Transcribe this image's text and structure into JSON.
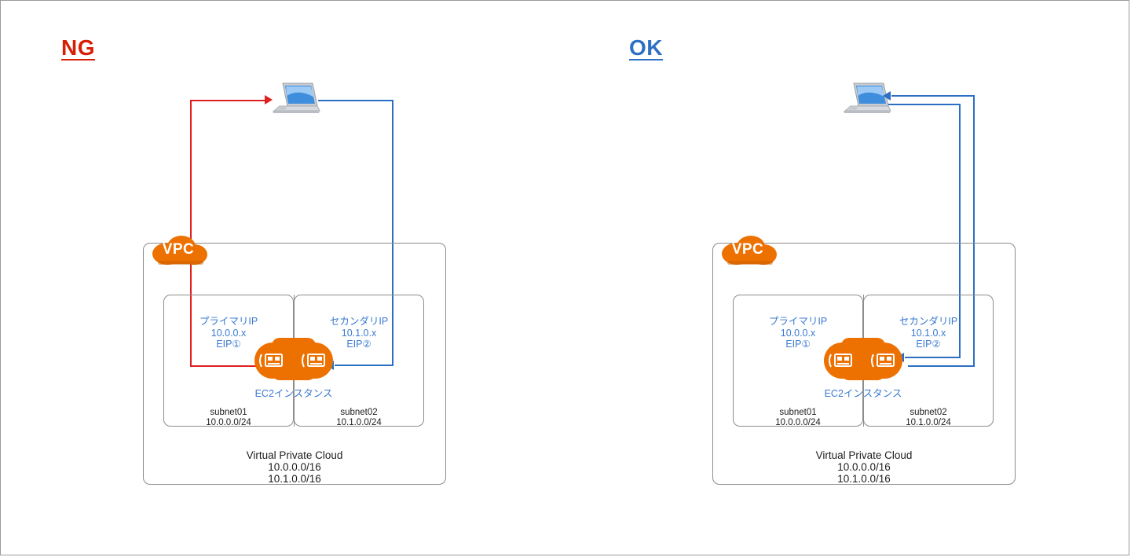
{
  "diagram": {
    "title_ng": "NG",
    "title_ok": "OK",
    "colors": {
      "ng_red": "#d81e05",
      "ok_blue": "#2f6fc4",
      "aws_orange": "#ED7100",
      "label_blue": "#3a7ad0",
      "line_red": "#e02020",
      "line_blue": "#2b6fc4",
      "box_gray": "#8c8c8c"
    },
    "panels": [
      {
        "id": "ng",
        "verdict": "NG",
        "vpc_badge": "VPC",
        "vpc_caption_line1": "Virtual Private Cloud",
        "vpc_caption_line2": "10.0.0.0/16",
        "vpc_caption_line3": "10.1.0.0/16",
        "ec2_label": "EC2インスタンス",
        "subnets": [
          {
            "name": "subnet01",
            "cidr": "10.0.0.0/24",
            "ip_title": "プライマリIP",
            "ip_value": "10.0.0.x",
            "eip": "EIP①"
          },
          {
            "name": "subnet02",
            "cidr": "10.1.0.0/24",
            "ip_title": "セカンダリIP",
            "ip_value": "10.1.0.x",
            "eip": "EIP②"
          }
        ],
        "flows": [
          {
            "name": "outbound-from-primary-eni",
            "color": "#e02020",
            "direction": "eni1-to-laptop"
          },
          {
            "name": "inbound-to-secondary-eni",
            "color": "#2b6fc4",
            "direction": "laptop-to-eni2"
          }
        ]
      },
      {
        "id": "ok",
        "verdict": "OK",
        "vpc_badge": "VPC",
        "vpc_caption_line1": "Virtual Private Cloud",
        "vpc_caption_line2": "10.0.0.0/16",
        "vpc_caption_line3": "10.1.0.0/16",
        "ec2_label": "EC2インスタンス",
        "subnets": [
          {
            "name": "subnet01",
            "cidr": "10.0.0.0/24",
            "ip_title": "プライマリIP",
            "ip_value": "10.0.0.x",
            "eip": "EIP①"
          },
          {
            "name": "subnet02",
            "cidr": "10.1.0.0/24",
            "ip_title": "セカンダリIP",
            "ip_value": "10.1.0.x",
            "eip": "EIP②"
          }
        ],
        "flows": [
          {
            "name": "outbound-from-secondary-eni",
            "color": "#2b6fc4",
            "direction": "eni2-to-laptop"
          },
          {
            "name": "inbound-to-secondary-eni",
            "color": "#2b6fc4",
            "direction": "laptop-to-eni2"
          }
        ]
      }
    ]
  }
}
